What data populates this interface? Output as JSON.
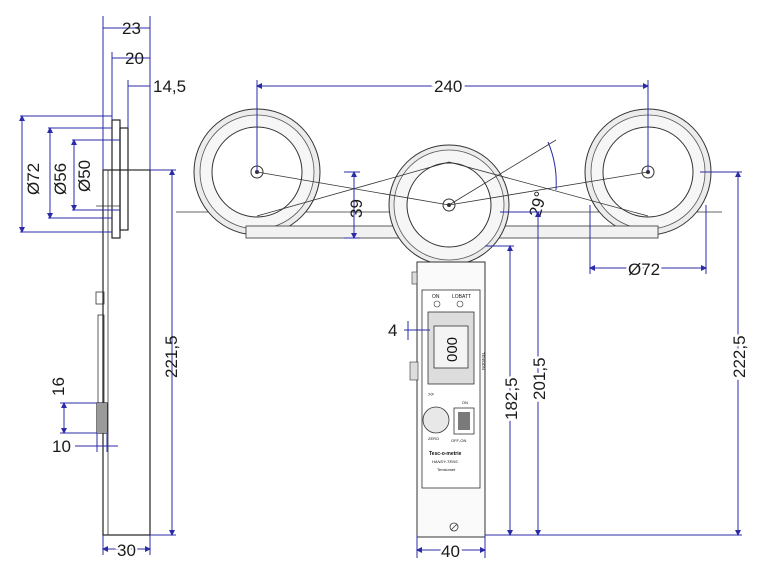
{
  "side_view": {
    "dim_23": "23",
    "dim_20": "20",
    "dim_14_5": "14,5",
    "dim_d72": "Ø72",
    "dim_d56": "Ø56",
    "dim_d50": "Ø50",
    "dim_221_5": "221,5",
    "dim_16": "16",
    "dim_10": "10",
    "dim_30": "30"
  },
  "front_view": {
    "dim_240": "240",
    "dim_39": "39",
    "dim_29deg": "29°",
    "dim_d72": "Ø72",
    "dim_4": "4",
    "dim_182_5": "182,5",
    "dim_201_5": "201,5",
    "dim_222_5": "222,5",
    "dim_40": "40"
  },
  "device_panel": {
    "display_value": "000",
    "label_on": "ON",
    "label_lobatt": "LOBATT",
    "label_zero": "ZERO",
    "label_switch": "OFF-ON",
    "label_switch_top": "ON",
    "brand": "Tesc-o-metrie",
    "model": "HANDY-TENS",
    "sub": "Tensiomet",
    "side_label": "TENSION"
  }
}
